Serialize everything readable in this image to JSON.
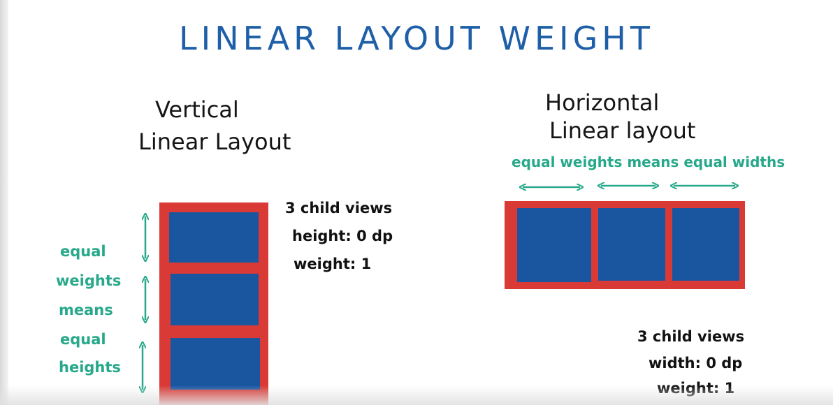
{
  "title": "LINEAR LAYOUT WEIGHT",
  "vertical": {
    "heading_line1": "Vertical",
    "heading_line2": "Linear Layout",
    "side_note": [
      "equal",
      "weights",
      "means",
      "equal",
      "heights"
    ],
    "child_views": "3 child views",
    "size_attr": "height: 0 dp",
    "weight_attr": "weight: 1"
  },
  "horizontal": {
    "heading_line1": "Horizontal",
    "heading_line2": "Linear layout",
    "top_note": "equal weights means equal widths",
    "child_views": "3 child views",
    "size_attr": "width: 0 dp",
    "weight_attr": "weight: 1"
  },
  "colors": {
    "title": "#1f5fa8",
    "container": "#d93a36",
    "child": "#1a56a0",
    "annotation": "#27a88a",
    "text": "#111111"
  }
}
